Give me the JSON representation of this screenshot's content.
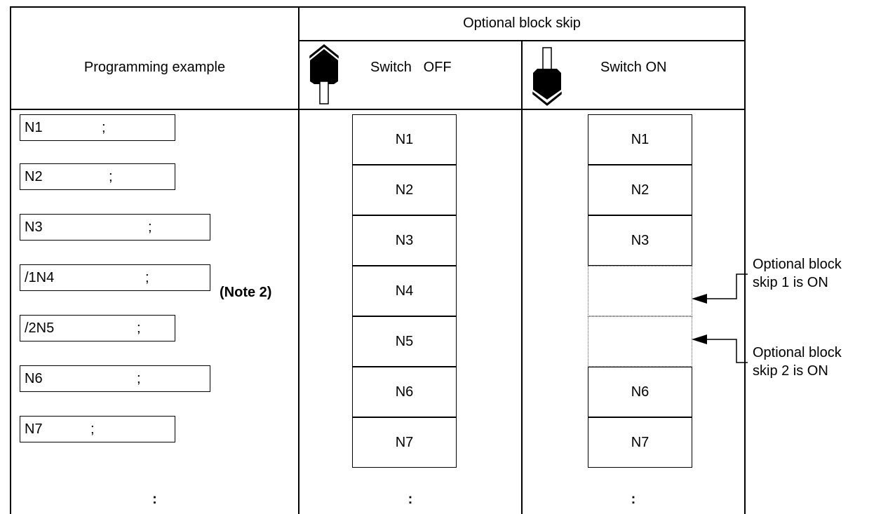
{
  "header": {
    "group_title": "Optional block skip",
    "program_col_title": "Programming example",
    "switch_off_label": "Switch   OFF",
    "switch_on_label": "Switch ON"
  },
  "program_lines": [
    {
      "block": "N1",
      "terminator": ";"
    },
    {
      "block": "N2",
      "terminator": ";"
    },
    {
      "block": "N3",
      "terminator": ";"
    },
    {
      "block": "/1N4",
      "terminator": ";",
      "note": "(Note 2)"
    },
    {
      "block": "/2N5",
      "terminator": ";"
    },
    {
      "block": "N6",
      "terminator": ";"
    },
    {
      "block": "N7",
      "terminator": ";"
    }
  ],
  "switch_off_blocks": [
    "N1",
    "N2",
    "N3",
    "N4",
    "N5",
    "N6",
    "N7"
  ],
  "switch_on_blocks": [
    "N1",
    "N2",
    "N3",
    "",
    "",
    "N6",
    "N7"
  ],
  "continuation": ":",
  "annotations": {
    "skip1_line1": "Optional block",
    "skip1_line2": "skip 1 is ON",
    "skip2_line1": "Optional block",
    "skip2_line2": "skip 2 is ON"
  },
  "icons": {
    "switch_off": "toggle-switch-off-icon",
    "switch_on": "toggle-switch-on-icon"
  }
}
